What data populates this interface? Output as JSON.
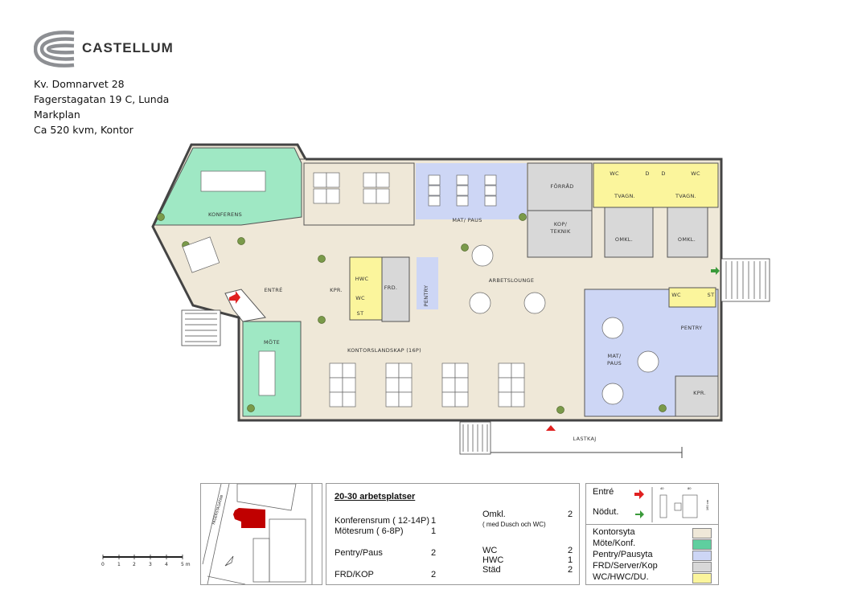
{
  "header": {
    "brand": "CASTELLUM",
    "lines": [
      "Kv. Domnarvet 28",
      "Fagerstagatan 19 C, Lunda",
      "Markplan",
      "Ca 520 kvm, Kontor"
    ]
  },
  "rooms": {
    "konferens": "KONFERENS",
    "entre": "ENTRÉ",
    "mote": "MÖTE",
    "kpr_left": "KPR.",
    "hwc": "HWC",
    "wc_left": "WC",
    "st_left": "ST",
    "frd": "FRD.",
    "pentry_left": "PENTRY",
    "kontorslandskap": "KONTORSLANDSKAP (16P)",
    "mat_paus_top": "MAT/ PAUS",
    "arbetslounge": "ARBETSLOUNGE",
    "forrad": "FÖRRÅD",
    "kop_teknik_1": "KOP/",
    "kop_teknik_2": "TEKNIK",
    "wc_1": "WC",
    "d_1": "D",
    "d_2": "D",
    "wc_2": "WC",
    "tvagn_1": "TVAGN.",
    "tvagn_2": "TVAGN.",
    "omkl_1": "OMKL.",
    "omkl_2": "OMKL.",
    "wc_right": "WC",
    "st_right": "ST",
    "pentry_right": "PENTRY",
    "mat_paus_right_1": "MAT/",
    "mat_paus_right_2": "PAUS",
    "kpr_right": "KPR.",
    "lastkaj": "LASTKAJ"
  },
  "site_map": {
    "street": "FAGERSTAGATAN"
  },
  "scale_bar": {
    "ticks": [
      "0",
      "1",
      "2",
      "3",
      "4",
      "5 m"
    ]
  },
  "summary": {
    "title": "20-30 arbetsplatser",
    "left": [
      {
        "label": "Konferensrum  ( 12-14P)",
        "count": "1"
      },
      {
        "label": "Mötesrum  ( 6-8P)",
        "count": "1"
      },
      {
        "label": "Pentry/Paus",
        "count": "2"
      },
      {
        "label": "FRD/KOP",
        "count": "2"
      }
    ],
    "right": [
      {
        "label": "Omkl.",
        "note": "( med Dusch och WC)",
        "count": "2"
      },
      {
        "label": "WC",
        "count": "2"
      },
      {
        "label": "HWC",
        "count": "1"
      },
      {
        "label": "Städ",
        "count": "2"
      }
    ]
  },
  "legend": {
    "entry": "Entré",
    "emergency": "Nödut.",
    "desk_dims": [
      "40",
      "80",
      "160 cm"
    ],
    "colors": [
      {
        "label": "Kontorsyta",
        "color": "#efe8d8"
      },
      {
        "label": "Möte/Konf.",
        "color": "#5fcf9f"
      },
      {
        "label": "Pentry/Pausyta",
        "color": "#cdd6f5"
      },
      {
        "label": "FRD/Server/Kop",
        "color": "#d8d8d8"
      },
      {
        "label": "WC/HWC/DU.",
        "color": "#fbf59c"
      }
    ],
    "entry_color": "#e02020",
    "emergency_color": "#3a9a3a"
  }
}
